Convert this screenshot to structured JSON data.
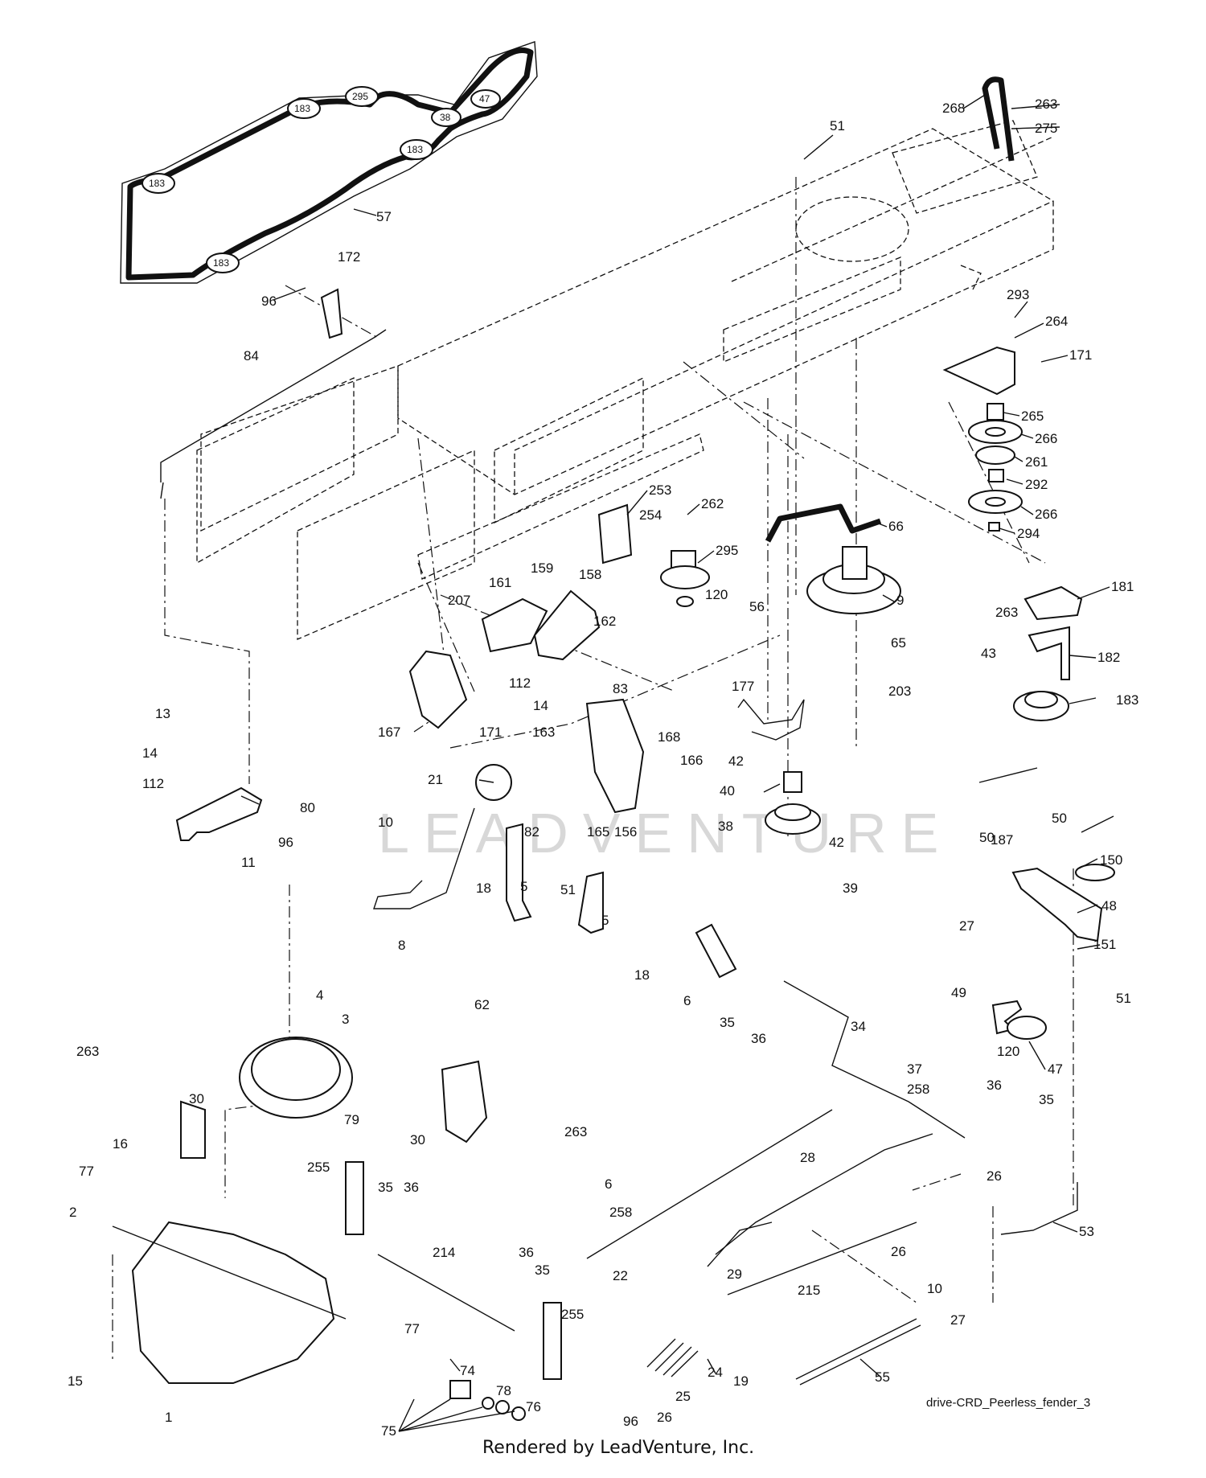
{
  "diagram": {
    "watermark": "LEADVENTURE",
    "caption": "drive-CRD_Peerless_fender_3",
    "footer": "Rendered by LeadVenture, Inc.",
    "belt_chips": [
      "295",
      "183",
      "47",
      "38",
      "183",
      "183",
      "183"
    ],
    "callouts": [
      "268",
      "263",
      "275",
      "51",
      "57",
      "96",
      "172",
      "84",
      "293",
      "264",
      "171",
      "265",
      "266",
      "261",
      "292",
      "266",
      "294",
      "253",
      "254",
      "262",
      "295",
      "120",
      "66",
      "56",
      "9",
      "263",
      "181",
      "207",
      "161",
      "159",
      "158",
      "162",
      "65",
      "43",
      "182",
      "112",
      "14",
      "83",
      "203",
      "183",
      "13",
      "14",
      "112",
      "167",
      "171",
      "163",
      "177",
      "168",
      "42",
      "166",
      "80",
      "21",
      "40",
      "96",
      "11",
      "82",
      "165",
      "156",
      "38",
      "42",
      "187",
      "10",
      "18",
      "5",
      "51",
      "5",
      "8",
      "39",
      "50",
      "50",
      "150",
      "48",
      "27",
      "18",
      "62",
      "6",
      "35",
      "36",
      "34",
      "151",
      "49",
      "51",
      "4",
      "3",
      "120",
      "47",
      "263",
      "30",
      "6",
      "37",
      "258",
      "16",
      "79",
      "30",
      "263",
      "36",
      "35",
      "77",
      "255",
      "35",
      "36",
      "28",
      "2",
      "26",
      "258",
      "214",
      "36",
      "35",
      "22",
      "29",
      "26",
      "53",
      "15",
      "10",
      "215",
      "27",
      "77",
      "255",
      "74",
      "24",
      "19",
      "55",
      "1",
      "78",
      "25",
      "76",
      "96",
      "26",
      "75"
    ]
  }
}
